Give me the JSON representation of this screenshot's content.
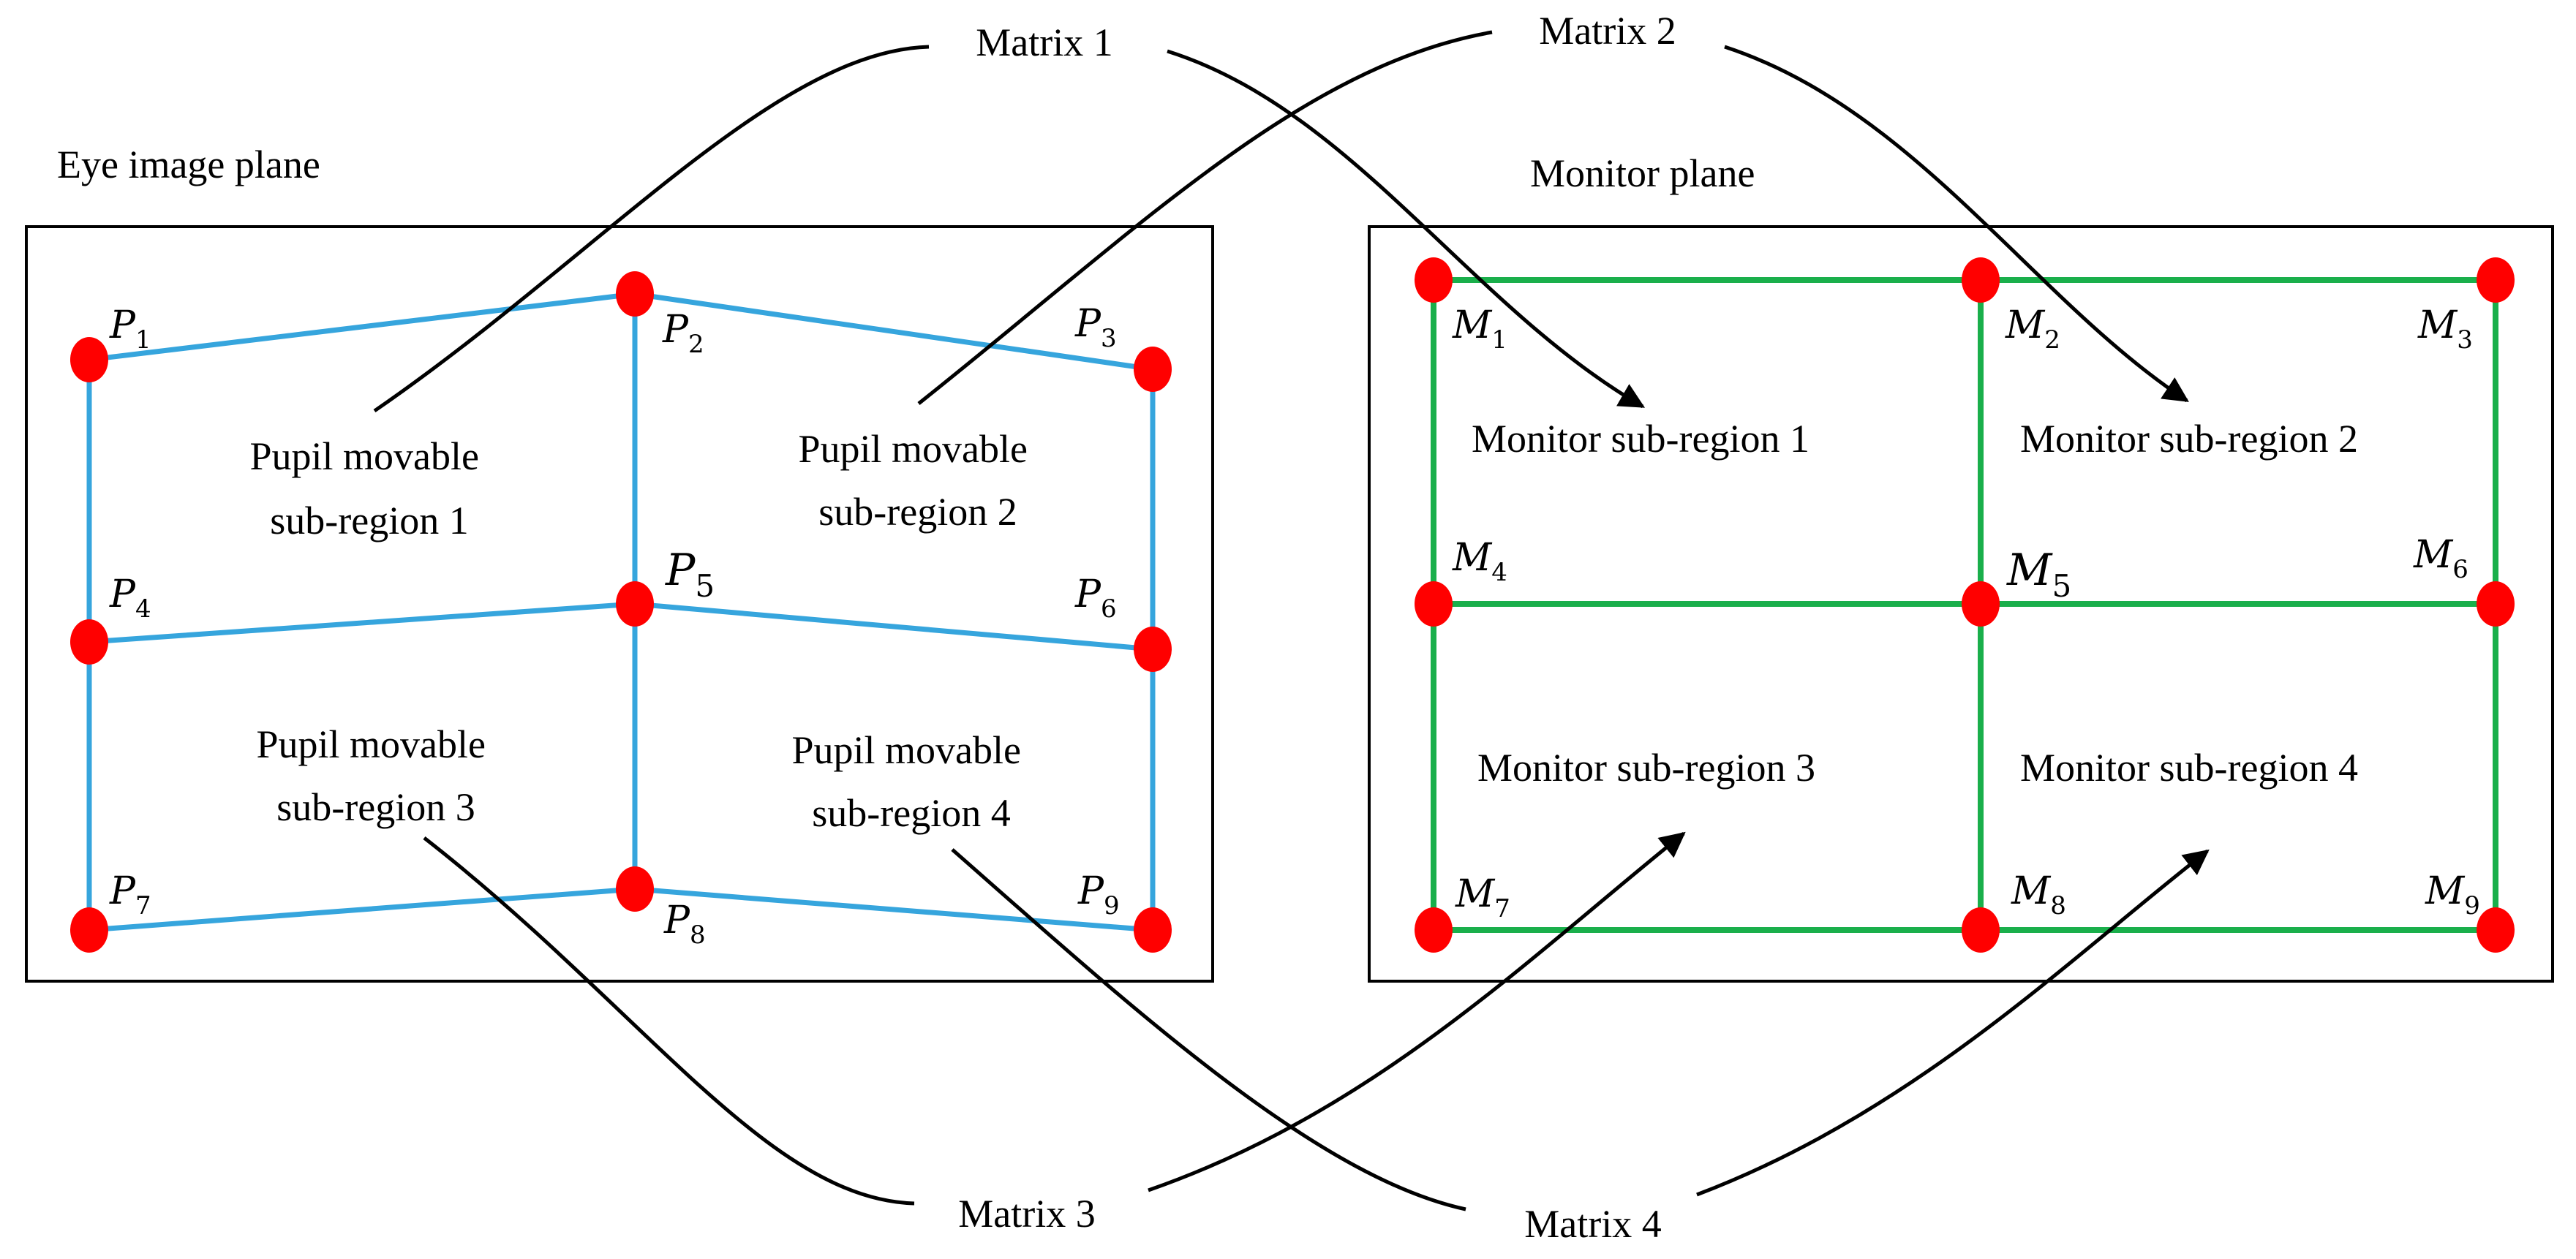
{
  "eye_plane": {
    "title": "Eye image plane",
    "points": [
      {
        "base": "P",
        "sub": "1"
      },
      {
        "base": "P",
        "sub": "2"
      },
      {
        "base": "P",
        "sub": "3"
      },
      {
        "base": "P",
        "sub": "4"
      },
      {
        "base": "P",
        "sub": "5"
      },
      {
        "base": "P",
        "sub": "6"
      },
      {
        "base": "P",
        "sub": "7"
      },
      {
        "base": "P",
        "sub": "8"
      },
      {
        "base": "P",
        "sub": "9"
      }
    ],
    "regions": [
      {
        "line1": "Pupil movable",
        "line2": "sub-region 1"
      },
      {
        "line1": "Pupil movable",
        "line2": "sub-region 2"
      },
      {
        "line1": "Pupil movable",
        "line2": "sub-region 3"
      },
      {
        "line1": "Pupil movable",
        "line2": "sub-region 4"
      }
    ],
    "grid_color": "#36A5DD"
  },
  "monitor_plane": {
    "title": "Monitor plane",
    "points": [
      {
        "base": "M",
        "sub": "1"
      },
      {
        "base": "M",
        "sub": "2"
      },
      {
        "base": "M",
        "sub": "3"
      },
      {
        "base": "M",
        "sub": "4"
      },
      {
        "base": "M",
        "sub": "5"
      },
      {
        "base": "M",
        "sub": "6"
      },
      {
        "base": "M",
        "sub": "7"
      },
      {
        "base": "M",
        "sub": "8"
      },
      {
        "base": "M",
        "sub": "9"
      }
    ],
    "regions": [
      "Monitor sub-region 1",
      "Monitor sub-region 2",
      "Monitor sub-region 3",
      "Monitor sub-region 4"
    ],
    "grid_color": "#1AAF4B"
  },
  "matrices": [
    "Matrix 1",
    "Matrix 2",
    "Matrix 3",
    "Matrix 4"
  ],
  "point_color": "#FF0000"
}
